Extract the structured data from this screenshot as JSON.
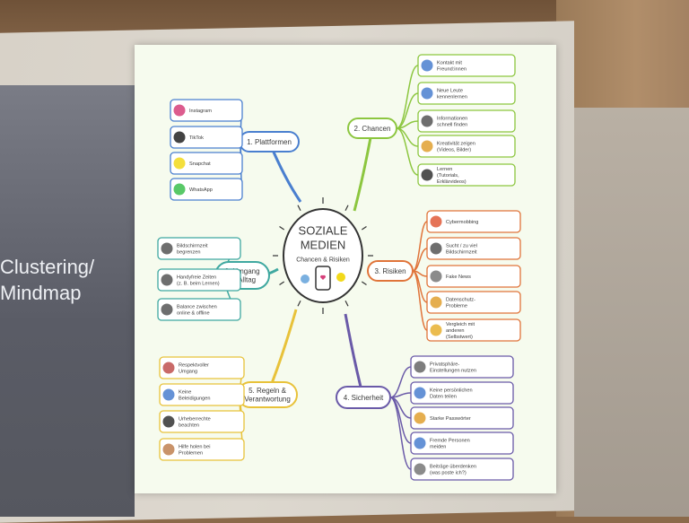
{
  "slide_left_text": [
    "Clustering/",
    "Mindmap"
  ],
  "center": {
    "title_line1": "SOZIALE",
    "title_line2": "MEDIEN",
    "subtitle": "Chancen & Risiken"
  },
  "branches": {
    "plattformen": {
      "label": "1. Plattformen",
      "color": "#4a7fcf",
      "items": [
        "Instagram",
        "TikTok",
        "Snapchat",
        "WhatsApp"
      ]
    },
    "chancen": {
      "label": "2. Chancen",
      "color": "#8cc63f",
      "items": [
        "Kontakt mit|Freund:innen",
        "Neue Leute|kennenlernen",
        "Informationen|schnell finden",
        "Kreativität zeigen|(Videos, Bilder)",
        "Lernen|(Tutorials,|Erklärvideos)"
      ]
    },
    "risiken": {
      "label": "3. Risiken",
      "color": "#e0743a",
      "items": [
        "Cybermobbing",
        "Sucht / zu viel|Bildschirmzeit",
        "Fake News",
        "Datenschutz-|Probleme",
        "Vergleich mit|anderen|(Selbstwert)"
      ]
    },
    "sicherheit": {
      "label": "4. Sicherheit",
      "color": "#6a5aa8",
      "items": [
        "Privatsphäre-|Einstellungen nutzen",
        "Keine persönlichen|Daten teilen",
        "Starke Passwörter",
        "Fremde Personen|meiden",
        "Beiträge überdenken|(was poste ich?)"
      ]
    },
    "regeln": {
      "label": "5. Regeln &|Verantwortung",
      "color": "#e8c23a",
      "items": [
        "Respektvoller|Umgang",
        "Keine|Beleidigungen",
        "Urheberrechte|beachten",
        "Hilfe holen bei|Problemen"
      ]
    },
    "umgang": {
      "label": "6. Umgang|im Alltag",
      "color": "#3fa8a0",
      "items": [
        "Bildschirmzeit|begrenzen",
        "Handyfreie Zeiten|(z. B. beim Lernen)",
        "Balance zwischen|online & offline"
      ]
    }
  }
}
